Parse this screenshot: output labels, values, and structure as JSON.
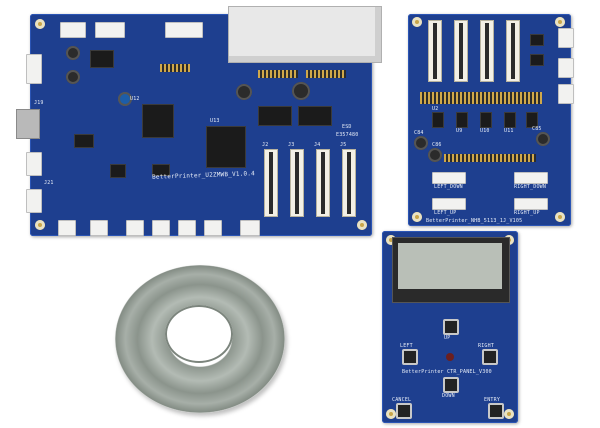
{
  "main_board": {
    "label": "BetterPrinter_U2ZMWB_V1.0.4",
    "marks": [
      "U12",
      "U13",
      "J2",
      "J3",
      "J4",
      "J5",
      "J19",
      "J21",
      "ESD",
      "E357480"
    ]
  },
  "head_board": {
    "label": "BetterPrinter_NHB_5113_1J_V105",
    "marks": [
      "C84",
      "C85",
      "C86",
      "U2",
      "U9",
      "U10",
      "U11"
    ],
    "connectors": [
      "LEFT_DOWN",
      "RIGHT_DOWN",
      "LEFT_UP",
      "RIGHT_UP"
    ]
  },
  "panel_board": {
    "label": "BetterPrinter CTR_PANEL_V300",
    "buttons": [
      "UP",
      "LEFT",
      "RIGHT",
      "DOWN",
      "CANCEL",
      "ENTRY"
    ]
  },
  "colors": {
    "pcb": "#1e3f8f",
    "cable": "#9aa39c",
    "lcd": "#b9bfb7"
  }
}
